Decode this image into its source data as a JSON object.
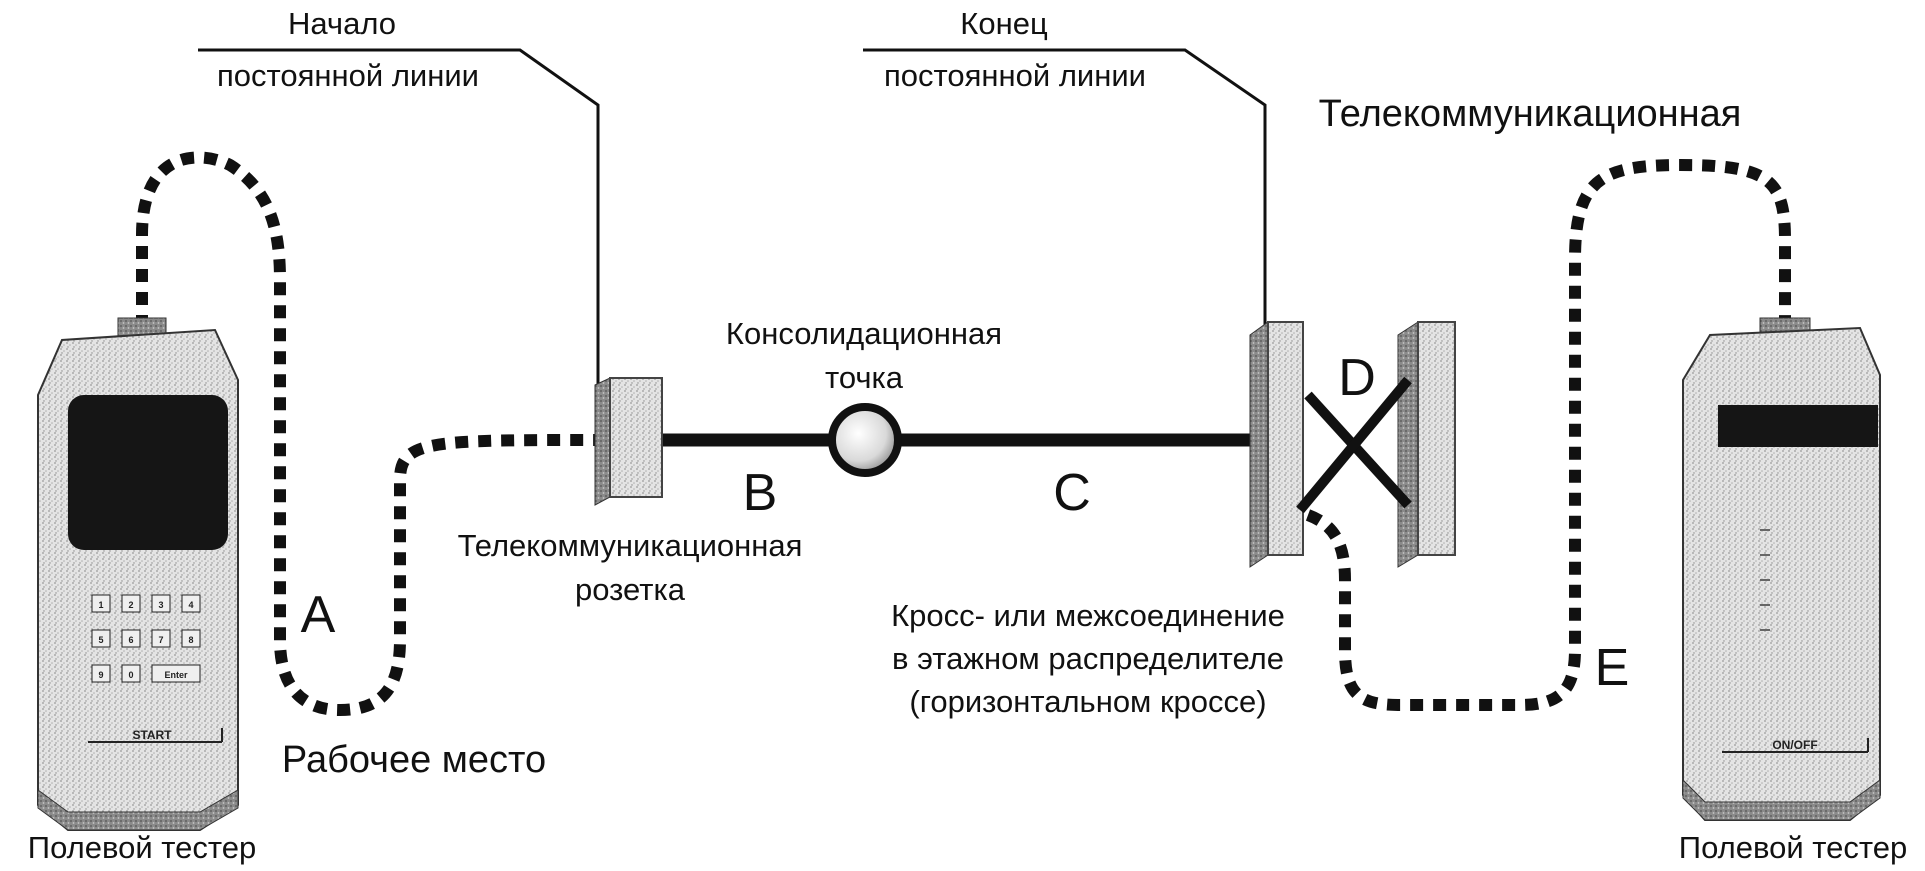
{
  "labels": {
    "start_title": "Начало",
    "start_sub": "постоянной линии",
    "end_title": "Конец",
    "end_sub": "постоянной линии",
    "telecom_top": "Телекоммуникационная",
    "consolidation_1": "Консолидационная",
    "consolidation_2": "точка",
    "outlet_1": "Телекоммуникационная",
    "outlet_2": "розетка",
    "cross_1": "Кросс- или межсоединение",
    "cross_2": "в этажном распределителе",
    "cross_3": "(горизонтальном кроссе)",
    "workplace": "Рабочее место",
    "tester_left": "Полевой тестер",
    "tester_right": "Полевой тестер"
  },
  "segments": [
    "A",
    "B",
    "C",
    "D",
    "E"
  ],
  "left_tester": {
    "keys": [
      "1",
      "2",
      "3",
      "4",
      "5",
      "6",
      "7",
      "8",
      "9",
      "0",
      "Enter"
    ],
    "start_button": "START"
  },
  "right_tester": {
    "onoff_button": "ON/OFF"
  }
}
